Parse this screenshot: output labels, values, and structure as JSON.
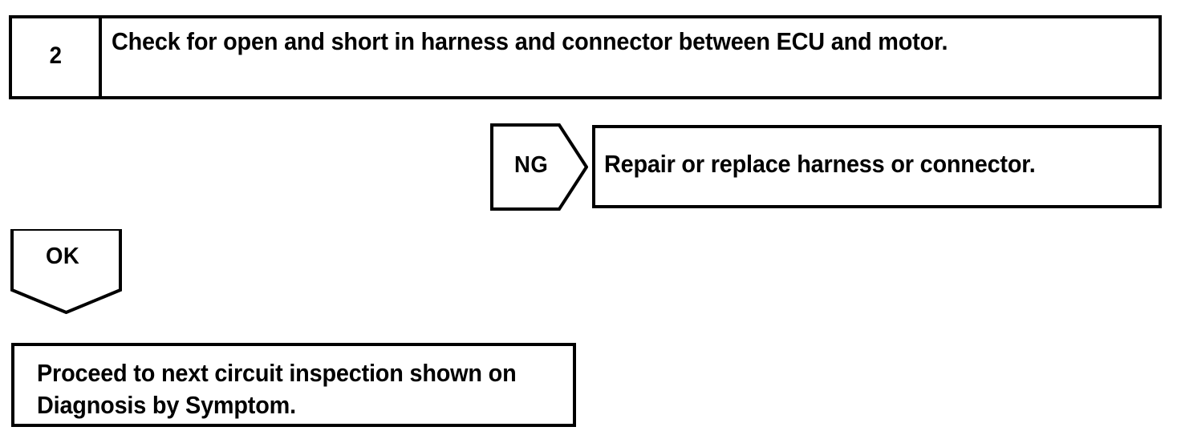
{
  "diagram": {
    "type": "troubleshooting-flowchart",
    "title": "Diagnostic step 2 flow",
    "colors": {
      "ink": "#000000",
      "paper": "#ffffff"
    },
    "step": {
      "number": "2",
      "instruction": "Check for open and short in harness and connector between ECU and motor."
    },
    "branches": {
      "ng": {
        "label": "NG",
        "shape": "right-arrow-pentagon",
        "result": "Repair or replace harness or connector."
      },
      "ok": {
        "label": "OK",
        "shape": "down-arrow-pentagon",
        "result_lines": [
          "Proceed to next circuit inspection shown on",
          "Diagnosis by Symptom."
        ]
      }
    }
  }
}
